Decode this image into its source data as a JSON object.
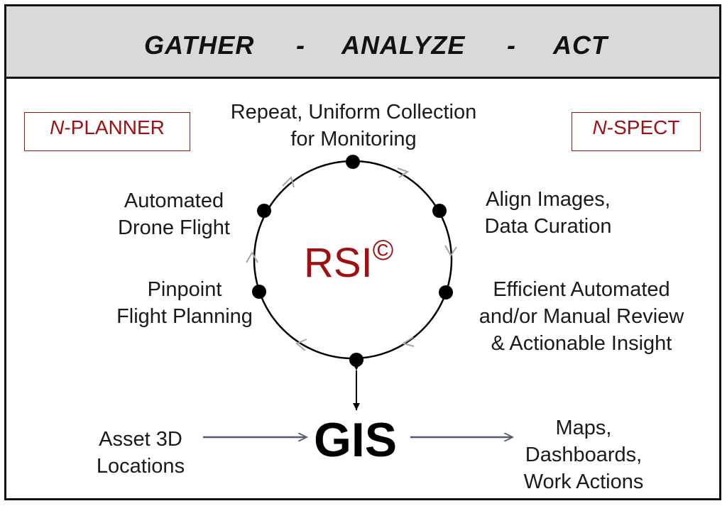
{
  "header": {
    "words": [
      "GATHER",
      "-",
      "ANALYZE",
      "-",
      "ACT"
    ]
  },
  "badges": {
    "left": {
      "prefix": "N",
      "suffix": "-PLANNER"
    },
    "right": {
      "prefix": "N",
      "suffix": "-SPECT"
    }
  },
  "center": {
    "main": "RSI",
    "mark": "©"
  },
  "steps": {
    "top": [
      "Repeat, Uniform Collection",
      "for Monitoring"
    ],
    "upper_right": [
      "Align Images,",
      "Data Curation"
    ],
    "lower_right": [
      "Efficient Automated",
      "and/or Manual Review",
      "& Actionable Insight"
    ],
    "upper_left": [
      "Automated",
      "Drone Flight"
    ],
    "lower_left": [
      "Pinpoint",
      "Flight Planning"
    ]
  },
  "gis": {
    "label": "GIS",
    "input": [
      "Asset 3D",
      "Locations"
    ],
    "output": [
      "Maps,",
      "Dashboards,",
      "Work Actions"
    ]
  },
  "colors": {
    "accent": "#a01010",
    "header_bg": "#d9d9d9",
    "arrow_gray": "#a6a6a6",
    "arrow_dark": "#555a6e"
  }
}
